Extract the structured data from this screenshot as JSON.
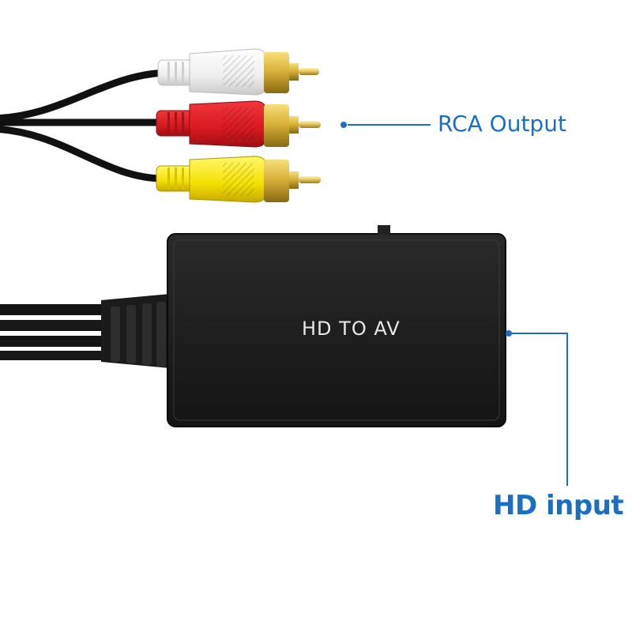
{
  "labels": {
    "rca_output": "RCA Output",
    "hd_input": "HD input"
  },
  "device": {
    "text": "HD TO AV"
  },
  "colors": {
    "label_blue": "#1a6fc4",
    "device_text": "#e8e8e8",
    "device_body": "#1e1e1e",
    "cable": "#111111",
    "plug_white": "#f2f2f2",
    "plug_red": "#d71920",
    "plug_yellow": "#f4e000",
    "gold": "#d9b23a"
  }
}
